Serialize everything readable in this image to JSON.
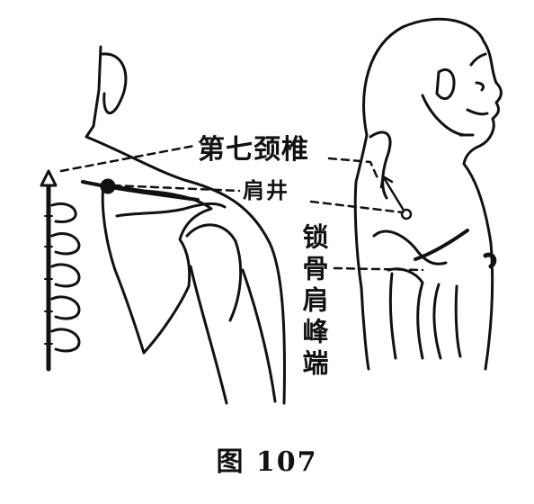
{
  "labels": {
    "c7_vertebra": "第七颈椎",
    "jianjing": "肩井",
    "acromion_end": "锁骨肩峰端"
  },
  "caption": "图  107",
  "colors": {
    "ink": "#111111",
    "paper": "#ffffff"
  }
}
